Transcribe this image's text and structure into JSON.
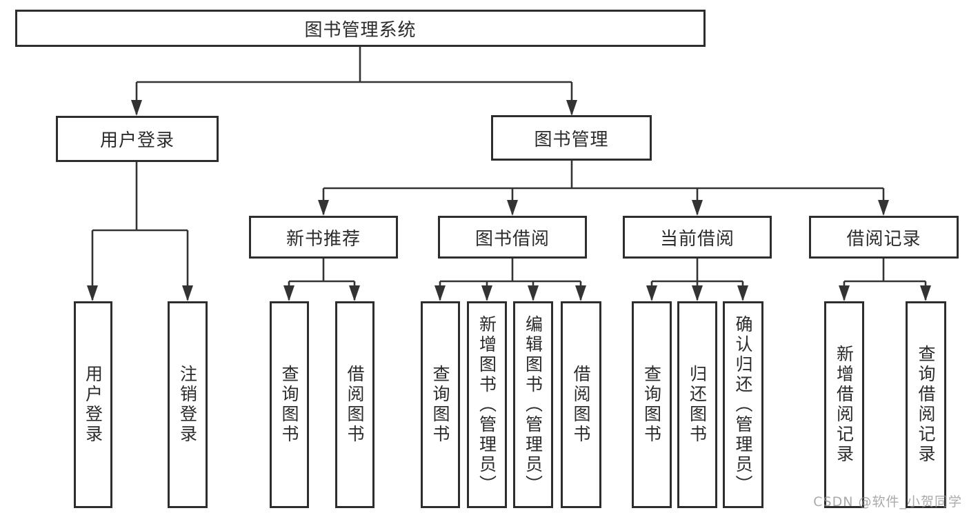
{
  "tree": {
    "root": "图书管理系统",
    "children": [
      {
        "label": "用户登录",
        "children": [
          "用户登录",
          "注销登录"
        ]
      },
      {
        "label": "图书管理",
        "children": [
          {
            "label": "新书推荐",
            "children": [
              "查询图书",
              "借阅图书"
            ]
          },
          {
            "label": "图书借阅",
            "children": [
              "查询图书",
              "新增图书（管理员）",
              "编辑图书（管理员）",
              "借阅图书"
            ]
          },
          {
            "label": "当前借阅",
            "children": [
              "查询图书",
              "归还图书",
              "确认归还（管理员）"
            ]
          },
          {
            "label": "借阅记录",
            "children": [
              "新增借阅记录",
              "查询借阅记录"
            ]
          }
        ]
      }
    ]
  },
  "watermark": "CSDN @软件_小贺同学",
  "colors": {
    "line": "#333333",
    "box_border": "#2d2d2d",
    "text": "#2b2b2b",
    "watermark": "#8e8e8e",
    "background": "#ffffff"
  }
}
